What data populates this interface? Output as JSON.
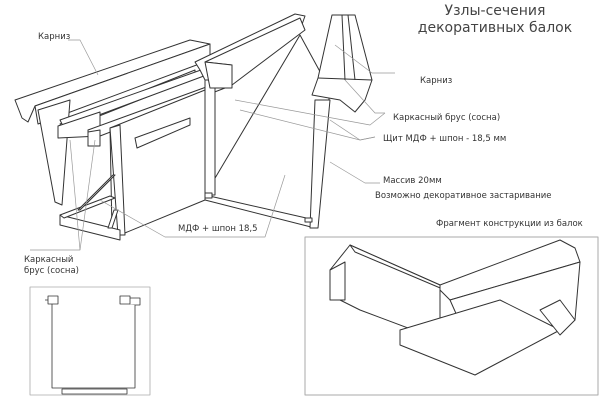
{
  "title": {
    "line1": "Узлы-сечения",
    "line2": "декоративных балок"
  },
  "labels": {
    "karniz_left": "Карниз",
    "karkas_left_1": "Каркасный",
    "karkas_left_2": "брус (сосна)",
    "mdf_bottom": "МДФ + шпон 18,5",
    "karniz_right": "Карниз",
    "karkas_right": "Каркасный брус (сосна)",
    "shchit": "Щит МДФ + шпон - 18,5 мм",
    "massiv": "Массив 20мм",
    "zastarivanie": "Возможно декоративное застаривание",
    "fragment": "Фрагмент конструкции из балок"
  },
  "colors": {
    "line": "#333333",
    "leader": "#999999",
    "background": "#ffffff"
  }
}
